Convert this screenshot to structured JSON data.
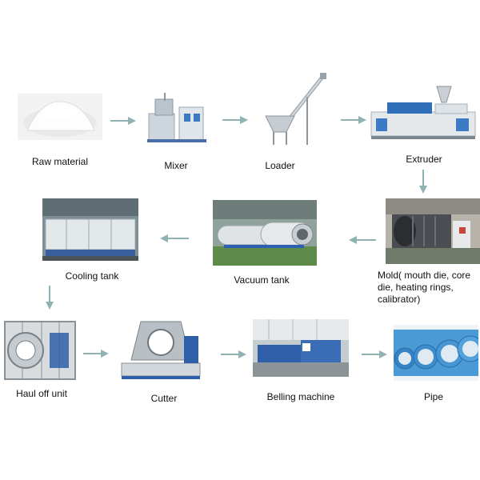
{
  "diagram": {
    "steps": [
      {
        "label": "Raw  material"
      },
      {
        "label": "Mixer"
      },
      {
        "label": "Loader"
      },
      {
        "label": "Extruder"
      },
      {
        "label": "Mold( mouth die, core die, heating rings, calibrator)"
      },
      {
        "label": "Vacuum tank"
      },
      {
        "label": "Cooling tank"
      },
      {
        "label": "Haul off unit"
      },
      {
        "label": "Cutter"
      },
      {
        "label": "Belling machine"
      },
      {
        "label": "Pipe"
      }
    ],
    "arrow_color": "#8fb3b3"
  }
}
